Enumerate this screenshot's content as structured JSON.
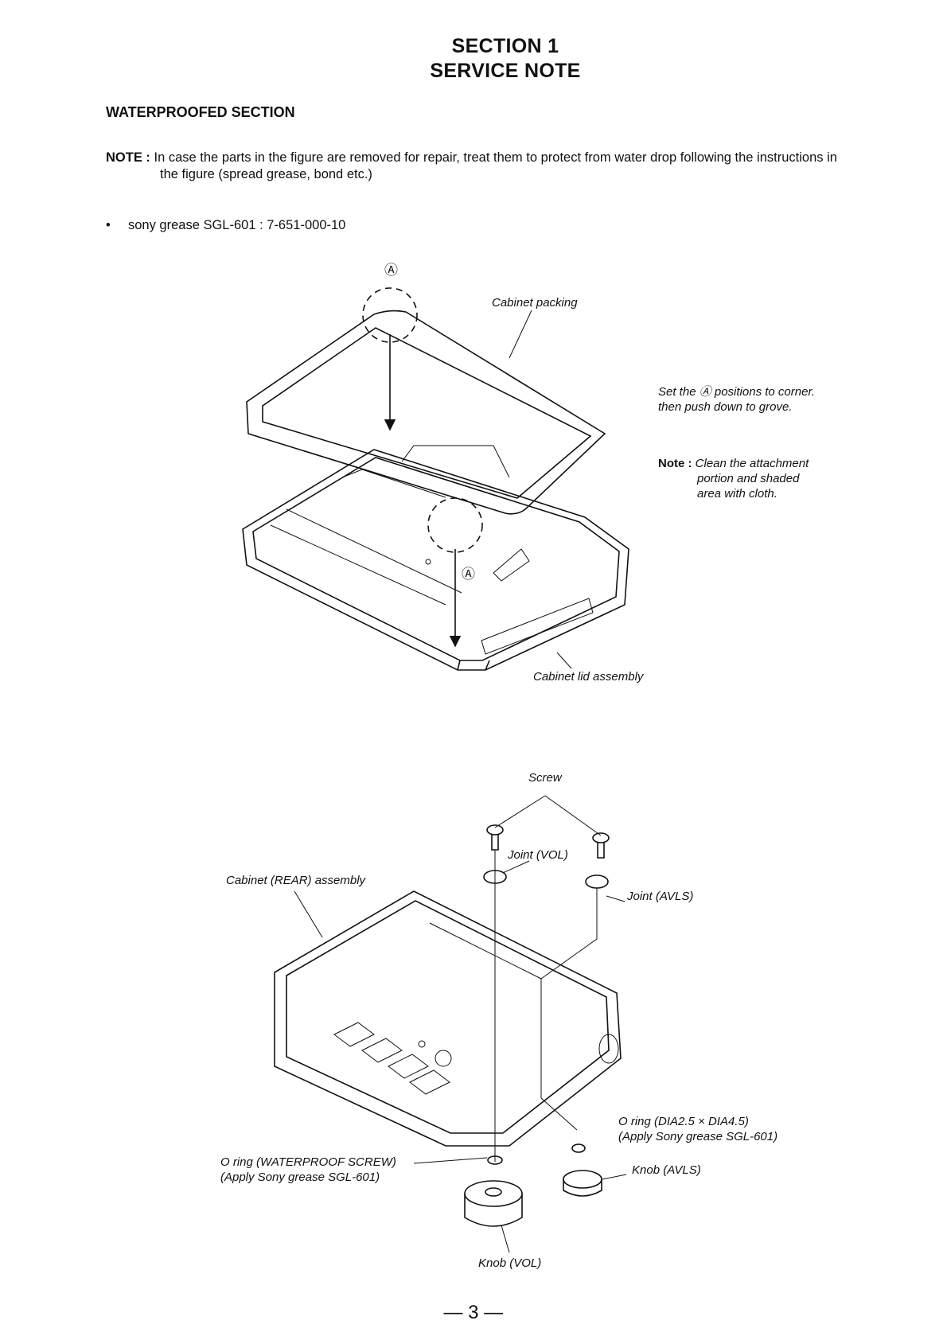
{
  "section": {
    "line1": "SECTION 1",
    "line2": "SERVICE NOTE"
  },
  "heading": "WATERPROOFED SECTION",
  "note": {
    "label": "NOTE :",
    "text_line1": "In case the parts in the figure are removed for repair, treat them to protect from water drop following the instructions in",
    "text_line2": "the figure (spread grease, bond etc.)"
  },
  "bullet": {
    "symbol": "•",
    "text": "sony grease SGL-601 : 7-651-000-10"
  },
  "figure1": {
    "marker_a": "Ⓐ",
    "cabinet_packing": "Cabinet packing",
    "instruction_line1": "Set the Ⓐ positions to corner.",
    "instruction_line2": "then push down to grove.",
    "note_label": "Note :",
    "note_line1": "Clean the attachment",
    "note_line2": "portion and shaded",
    "note_line3": "area with cloth.",
    "cabinet_lid": "Cabinet lid assembly"
  },
  "figure2": {
    "screw": "Screw",
    "joint_vol": "Joint (VOL)",
    "cabinet_rear": "Cabinet (REAR) assembly",
    "joint_avls": "Joint (AVLS)",
    "oring_dia_line1": "O ring (DIA2.5 × DIA4.5)",
    "oring_dia_line2": "(Apply Sony grease SGL-601)",
    "oring_wp_line1": "O ring (WATERPROOF SCREW)",
    "oring_wp_line2": "(Apply Sony grease SGL-601)",
    "knob_avls": "Knob (AVLS)",
    "knob_vol": "Knob (VOL)"
  },
  "page_number": "— 3 —"
}
